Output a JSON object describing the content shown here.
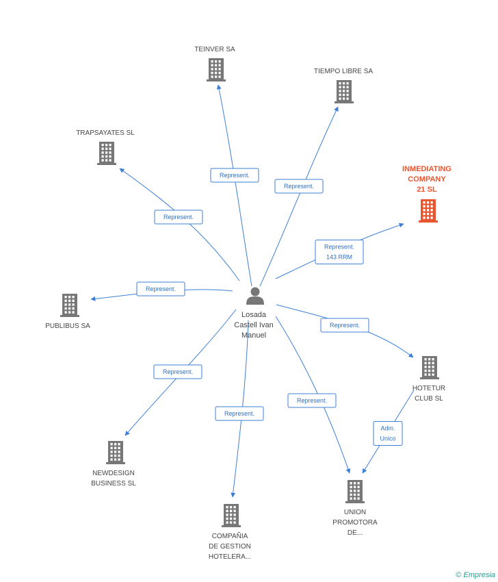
{
  "center": {
    "label_lines": [
      "Losada",
      "Castell Ivan",
      "Manuel"
    ],
    "icon": "person-icon",
    "color": "#777777"
  },
  "nodes": [
    {
      "id": "teinver",
      "label_lines": [
        "TEINVER SA"
      ],
      "icon": "building-icon",
      "highlight": false
    },
    {
      "id": "tiempo",
      "label_lines": [
        "TIEMPO LIBRE SA"
      ],
      "icon": "building-icon",
      "highlight": false
    },
    {
      "id": "trapsayates",
      "label_lines": [
        "TRAPSAYATES SL"
      ],
      "icon": "building-icon",
      "highlight": false
    },
    {
      "id": "inmediating",
      "label_lines": [
        "INMEDIATING",
        "COMPANY",
        "21 SL"
      ],
      "icon": "building-icon",
      "highlight": true
    },
    {
      "id": "publibus",
      "label_lines": [
        "PUBLIBUS SA"
      ],
      "icon": "building-icon",
      "highlight": false
    },
    {
      "id": "hotetur",
      "label_lines": [
        "HOTETUR",
        "CLUB SL"
      ],
      "icon": "building-icon",
      "highlight": false
    },
    {
      "id": "newdesign",
      "label_lines": [
        "NEWDESIGN",
        "BUSINESS SL"
      ],
      "icon": "building-icon",
      "highlight": false
    },
    {
      "id": "compania",
      "label_lines": [
        "COMPAÑIA",
        "DE GESTION",
        "HOTELERA..."
      ],
      "icon": "building-icon",
      "highlight": false
    },
    {
      "id": "union",
      "label_lines": [
        "UNION",
        "PROMOTORA",
        "DE..."
      ],
      "icon": "building-icon",
      "highlight": false
    }
  ],
  "edges": [
    {
      "from": "center",
      "to": "teinver",
      "label_lines": [
        "Represent."
      ]
    },
    {
      "from": "center",
      "to": "tiempo",
      "label_lines": [
        "Represent."
      ]
    },
    {
      "from": "center",
      "to": "trapsayates",
      "label_lines": [
        "Represent."
      ]
    },
    {
      "from": "center",
      "to": "inmediating",
      "label_lines": [
        "Represent.",
        "143 RRM"
      ]
    },
    {
      "from": "center",
      "to": "publibus",
      "label_lines": [
        "Represent."
      ]
    },
    {
      "from": "center",
      "to": "hotetur",
      "label_lines": [
        "Represent."
      ]
    },
    {
      "from": "center",
      "to": "newdesign",
      "label_lines": [
        "Represent."
      ]
    },
    {
      "from": "center",
      "to": "compania",
      "label_lines": [
        "Represent."
      ]
    },
    {
      "from": "center",
      "to": "union",
      "label_lines": [
        "Represent."
      ]
    },
    {
      "from": "hotetur",
      "to": "union",
      "label_lines": [
        "Adm.",
        "Unico"
      ]
    }
  ],
  "colors": {
    "edge": "#3d7fd6",
    "building": "#777777",
    "highlight": "#e8552f"
  },
  "brand": {
    "copyright": "©",
    "name": "Empresia"
  }
}
